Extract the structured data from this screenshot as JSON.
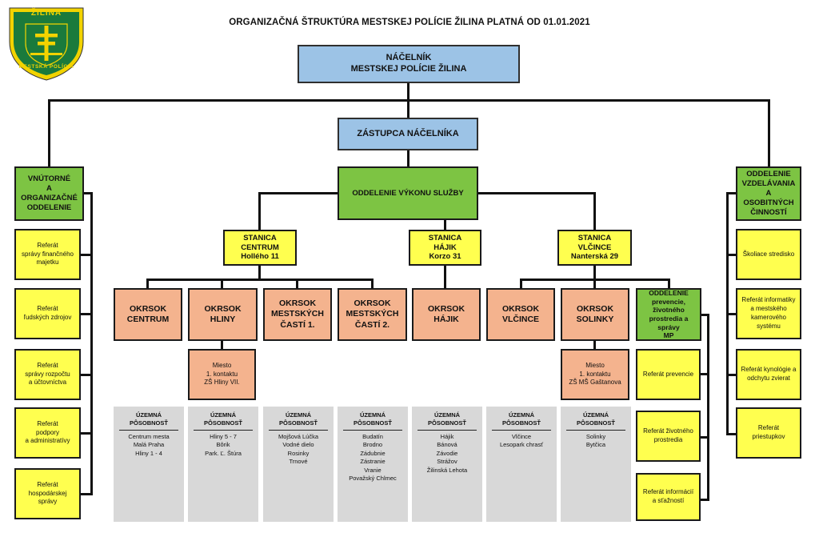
{
  "title": "ORGANIZAČNÁ ŠTRUKTÚRA MESTSKEJ POLÍCIE ŽILINA PLATNÁ OD 01.01.2021",
  "logo": {
    "top_text": "ŽILINA",
    "bottom_text": "MESTSKÁ POLÍCIA",
    "colors": {
      "shield": "#1a7a3c",
      "border": "#f2d300"
    }
  },
  "colors": {
    "blue": "#9cc3e6",
    "green": "#7dc443",
    "yellow": "#ffff4f",
    "orange": "#f4b38e",
    "grey": "#d8d8d8"
  },
  "chief": "NÁČELNÍK\nMESTSKEJ POLÍCIE ŽILINA",
  "deputy": "ZÁSTUPCA NÁČELNÍKA",
  "internal_dept": "VNÚTORNÉ\nA\nORGANIZAČNÉ\nODDELENIE",
  "education_dept": "ODDELENIE\nVZDELÁVANIA\nA\nOSOBITNÝCH\nČINNOSTÍ",
  "service_dept": "ODDELENIE VÝKONU SLUŽBY",
  "stations": [
    "STANICA\nCENTRUM\nHollého 11",
    "STANICA\nHÁJIK\nKorzo 31",
    "STANICA\nVLČINCE\nNanterská 29"
  ],
  "districts": [
    "OKRSOK\nCENTRUM",
    "OKRSOK\nHLINY",
    "OKRSOK\nMESTSKÝCH\nČASTÍ 1.",
    "OKRSOK\nMESTSKÝCH\nČASTÍ 2.",
    "OKRSOK\nHÁJIK",
    "OKRSOK\nVLČINCE",
    "OKRSOK\nSOLINKY"
  ],
  "prevention_dept": "ODDELENIE\nprevencie,\nživotného\nprostredia a správy\nMP",
  "contact_points": [
    "Miesto\n1. kontaktu\nZŠ Hliny VII.",
    "Miesto\n1. kontaktu\nZŠ MŠ Gaštanova"
  ],
  "left_refs": [
    "Referát\nsprávy finančného\nmajetku",
    "Referát\nľudských zdrojov",
    "Referát\nsprávy rozpočtu\na účtovníctva",
    "Referát\npodpory\na administratívy",
    "Referát\nhospodárskej\nsprávy"
  ],
  "right_refs": [
    "Školiace stredisko",
    "Referát informatiky\na mestského\nkamerového\nsystému",
    "Referát kynológie a\nodchytu zvierat",
    "Referát\npriestupkov"
  ],
  "prevention_refs": [
    "Referát prevencie",
    "Referát životného\nprostredia",
    "Referát informácií\na sťažností"
  ],
  "territory_heading": "ÚZEMNÁ\nPÔSOBNOSŤ",
  "territories": [
    "Centrum mesta\nMalá Praha\nHliny 1 - 4",
    "Hliny 5 - 7\nBôrik\nPark. Ľ. Štúra",
    "Mojšová Lúčka\nVodné dielo\nRosinky\nTrnové",
    "Budatín\nBrodno\nZádubnie\nZástranie\nVranie\nPovažský Chlmec",
    "Hájik\nBánová\nZávodie\nStrážov\nŽilinská Lehota",
    "Vlčince\nLesopark chrasť",
    "Solinky\nBytčica"
  ]
}
